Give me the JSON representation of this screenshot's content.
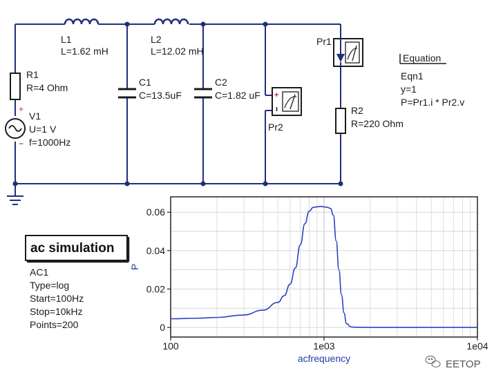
{
  "schematic": {
    "components": {
      "L1": {
        "name": "L1",
        "value": "L=1.62 mH"
      },
      "L2": {
        "name": "L2",
        "value": "L=12.02 mH"
      },
      "R1": {
        "name": "R1",
        "value": "R=4 Ohm"
      },
      "C1": {
        "name": "C1",
        "value": "C=13.5uF"
      },
      "C2": {
        "name": "C2",
        "value": "C=1.82 uF"
      },
      "R2": {
        "name": "R2",
        "value": "R=220 Ohm"
      },
      "V1": {
        "name": "V1",
        "value_u": "U=1 V",
        "value_f": "f=1000Hz",
        "plus": "+",
        "minus": "−"
      },
      "Pr1": {
        "name": "Pr1"
      },
      "Pr2": {
        "name": "Pr2",
        "plus": "+",
        "minus": "ı"
      }
    },
    "equation": {
      "header": "Equation",
      "name": "Eqn1",
      "line1": "y=1",
      "line2": "P=Pr1.i * Pr2.v"
    },
    "simulation": {
      "title": "ac simulation",
      "name": "AC1",
      "type": "Type=log",
      "start": "Start=100Hz",
      "stop": "Stop=10kHz",
      "points": "Points=200"
    }
  },
  "chart_data": {
    "type": "line",
    "xscale": "log",
    "xlim": [
      100,
      10000
    ],
    "ylim": [
      -0.005,
      0.068
    ],
    "xticks": [
      100,
      1000,
      10000
    ],
    "xtick_labels": [
      "100",
      "1e03",
      "1e04"
    ],
    "yticks": [
      0,
      0.02,
      0.04,
      0.06
    ],
    "ytick_labels": [
      "0",
      "0.02",
      "0.04",
      "0.06"
    ],
    "xlabel": "acfrequency",
    "ylabel": "P",
    "grid": true,
    "series": [
      {
        "name": "",
        "color": "#2b3fc4",
        "x": [
          100,
          150,
          200,
          300,
          400,
          500,
          550,
          600,
          650,
          700,
          750,
          800,
          850,
          900,
          950,
          1000,
          1050,
          1100,
          1150,
          1200,
          1250,
          1300,
          1350,
          1400,
          1500,
          1600,
          2000,
          3000,
          5000,
          10000
        ],
        "y": [
          0.0045,
          0.0048,
          0.0052,
          0.0065,
          0.009,
          0.013,
          0.0165,
          0.0225,
          0.031,
          0.043,
          0.054,
          0.0605,
          0.0625,
          0.0628,
          0.063,
          0.0628,
          0.0625,
          0.062,
          0.0585,
          0.045,
          0.03,
          0.017,
          0.0075,
          0.002,
          0.0003,
          0.0001,
          0.0,
          0.0,
          0.0,
          0.0
        ]
      }
    ]
  },
  "watermark": {
    "text": "EETOP",
    "icon": "wechat-icon"
  },
  "colors": {
    "wire": "#1d2f7a",
    "node": "#1d2f7a",
    "component": "#1a1a1a",
    "plot_line": "#2b3fc4",
    "axis_label": "#1f3ea8",
    "source_plus": "#d0202a"
  }
}
